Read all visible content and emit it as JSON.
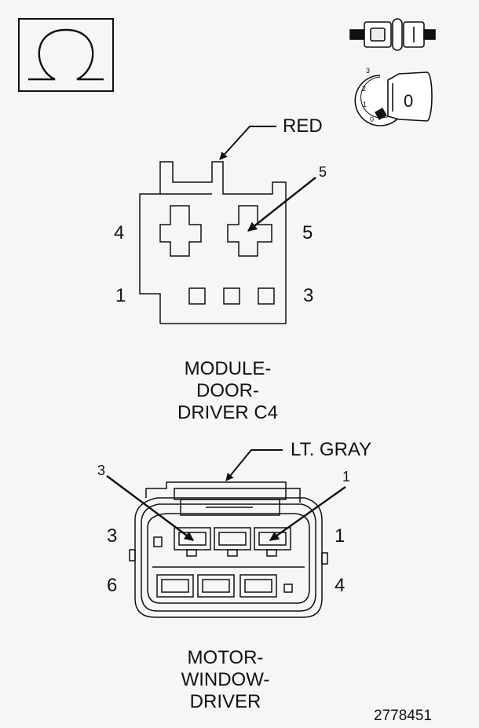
{
  "ohm_symbol": "Ω",
  "ignition_key": {
    "positions": [
      "3",
      "2",
      "1",
      "0"
    ],
    "key_label": "0"
  },
  "connector_c4": {
    "wire_color": "RED",
    "callout_pin": "5",
    "pins": {
      "top_left": "4",
      "top_right": "5",
      "bottom_left": "1",
      "bottom_right": "3"
    },
    "name": [
      "MODULE-",
      "DOOR-",
      "DRIVER C4"
    ]
  },
  "connector_motor": {
    "wire_color": "LT. GRAY",
    "callout_left": "3",
    "callout_right": "1",
    "pins": {
      "top_left": "3",
      "top_right": "1",
      "bottom_left": "6",
      "bottom_right": "4"
    },
    "name": [
      "MOTOR-",
      "WINDOW-",
      "DRIVER"
    ]
  },
  "figure_number": "2778451"
}
